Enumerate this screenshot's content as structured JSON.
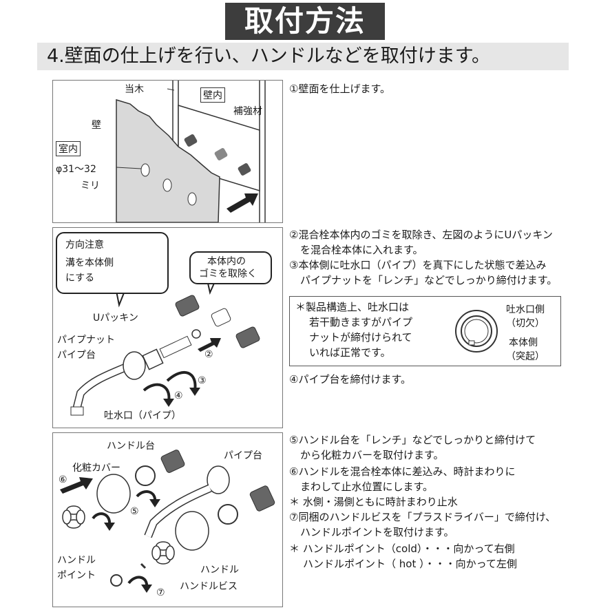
{
  "title": "取付方法",
  "subtitle": "4.壁面の仕上げを行い、ハンドルなどを取付けます。",
  "panel1": {
    "label_toboku": "当木",
    "label_kabe": "壁",
    "label_kabenai": "壁内",
    "label_hokyozai": "補強材",
    "label_shitsunai": "室内",
    "label_diameter": "φ31～32",
    "label_mm": "ミリ"
  },
  "panel2": {
    "bubble1_line1": "方向注意",
    "bubble1_line2": "溝を本体側",
    "bubble1_line3": "にする",
    "bubble2_line1": "本体内の",
    "bubble2_line2": "ゴミを取除く",
    "label_upacking": "Uパッキン",
    "label_pipenut": "パイプナット",
    "label_pipedai": "パイプ台",
    "label_spout": "吐水口（パイプ）",
    "step2": "②",
    "step3": "③",
    "step4": "④"
  },
  "panel3": {
    "label_handledai": "ハンドル台",
    "label_cover": "化粧カバー",
    "label_pipedai": "パイプ台",
    "label_handle_point_1": "ハンドル",
    "label_handle_point_2": "ポイント",
    "label_handle": "ハンドル",
    "label_handle_screw": "ハンドルビス",
    "step5": "⑤",
    "step6": "⑥",
    "step7": "⑦"
  },
  "instructions": {
    "s1": "①壁面を仕上げます。",
    "s2a": "②混合栓本体内のゴミを取除き、左図のようにUパッキン",
    "s2b": "を混合栓本体に入れます。",
    "s3a": "③本体側に吐水口（パイプ）を真下にした状態で差込み",
    "s3b": "パイプナットを「レンチ」などでしっかり締付けます。",
    "note1": "＊製品構造上、吐水口は",
    "note2": "若干動きますがパイプ",
    "note3": "ナットが締付けられて",
    "note4": "いれば正常です。",
    "note_side1": "吐水口側",
    "note_side1b": "（切欠）",
    "note_side2": "本体側",
    "note_side2b": "（突起）",
    "s4": "④パイプ台を締付けます。",
    "s5a": "⑤ハンドル台を「レンチ」などでしっかりと締付けて",
    "s5b": "から化粧カバーを取付けます。",
    "s6a": "⑥ハンドルを混合栓本体に差込み、時計まわりに",
    "s6b": "まわして止水位置にします。",
    "s6note": "＊ 水側・湯側ともに時計まわり止水",
    "s7a": "⑦同梱のハンドルビスを「プラスドライバー」で締付け、",
    "s7b": "ハンドルポイントを取付けます。",
    "s7note1": "＊ ハンドルポイント（cold）・・・向かって右側",
    "s7note2": "ハンドルポイント（ hot ）・・・向かって左側"
  }
}
